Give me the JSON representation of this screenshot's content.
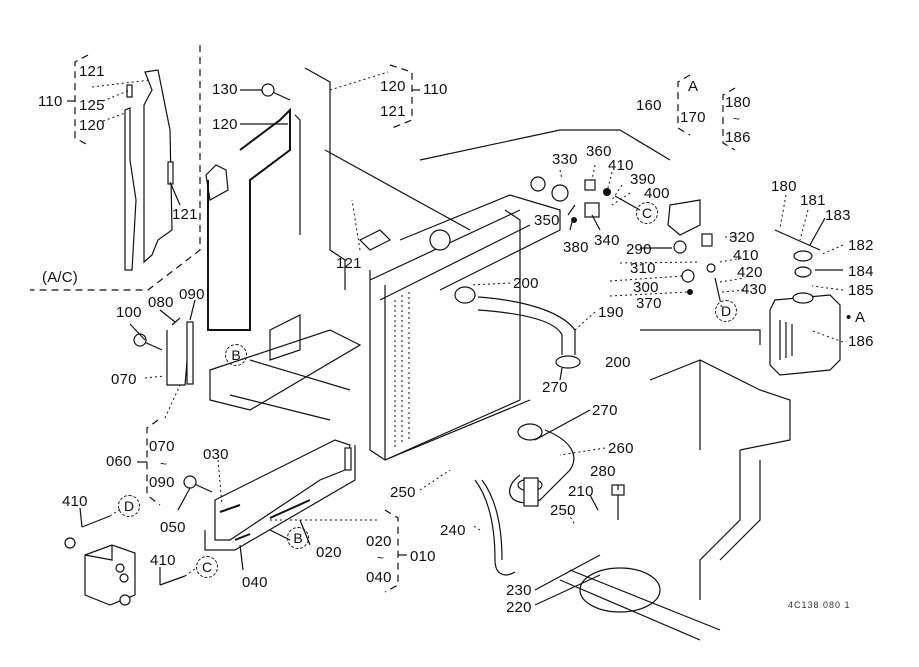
{
  "diagram": {
    "footer_code": "4C138 080 1",
    "region_label": "(A/C)",
    "callouts": {
      "B1": "B",
      "B2": "B",
      "C1": "C",
      "C2": "C",
      "C3": "C",
      "D1": "D",
      "D2": "D"
    },
    "groups": {
      "g110_left": {
        "parent": "110",
        "items": [
          "121",
          "125",
          "120"
        ]
      },
      "g110_right": {
        "parent": "110",
        "items": [
          "120",
          "121"
        ]
      },
      "g160": {
        "parent": "160",
        "items": [
          "A",
          "170"
        ]
      },
      "g180": {
        "items": [
          "180",
          "~",
          "186"
        ]
      },
      "g060": {
        "parent": "060",
        "items": [
          "070",
          "~",
          "090"
        ]
      },
      "g010": {
        "parent": "010",
        "items": [
          "020",
          "~",
          "040"
        ]
      }
    },
    "labels": {
      "p121a": "121",
      "p125": "125",
      "p120a": "120",
      "p110a": "110",
      "p121b": "121",
      "p130": "130",
      "p120b": "120",
      "p120c": "120",
      "p121c": "121",
      "p110b": "110",
      "p121d": "121",
      "p160": "160",
      "pA1": "A",
      "p170": "170",
      "p180a": "180",
      "p186a": "186",
      "p330": "330",
      "p360": "360",
      "p410a": "410",
      "p390": "390",
      "p400": "400",
      "p350": "350",
      "p340": "340",
      "p380": "380",
      "p290": "290",
      "p320": "320",
      "p310": "310",
      "p410b": "410",
      "p420": "420",
      "p300": "300",
      "p430": "430",
      "p370": "370",
      "p180b": "180",
      "p181": "181",
      "p183": "183",
      "p182": "182",
      "p184": "184",
      "p185": "185",
      "pA2": "• A",
      "p186b": "186",
      "p200a": "200",
      "p190": "190",
      "p200b": "200",
      "p270a": "270",
      "p270b": "270",
      "p260": "260",
      "p250a": "250",
      "p280": "280",
      "p210": "210",
      "p250b": "250",
      "p240": "240",
      "p230": "230",
      "p220": "220",
      "p100": "100",
      "p080": "080",
      "p090a": "090",
      "p070a": "070",
      "p060": "060",
      "p070b": "070",
      "ptilde1": "~",
      "p090b": "090",
      "p030": "030",
      "p050": "050",
      "p020a": "020",
      "p040a": "040",
      "p020b": "020",
      "ptilde2": "~",
      "p040b": "040",
      "p010": "010",
      "p410c": "410",
      "p410d": "410"
    }
  }
}
